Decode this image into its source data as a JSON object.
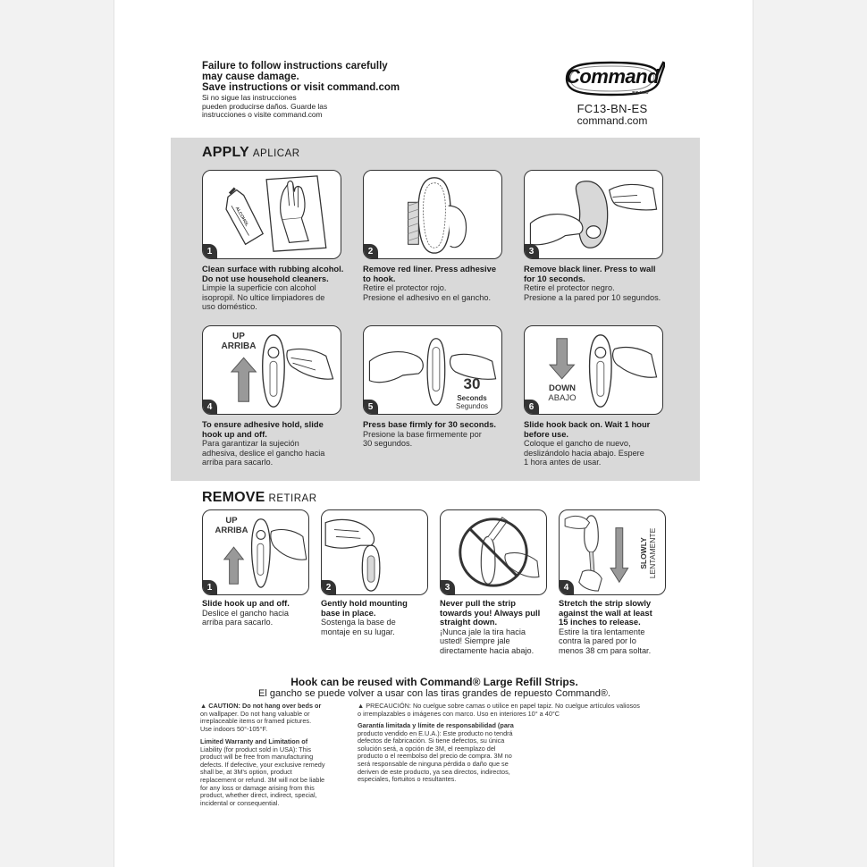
{
  "warning": {
    "en_lines": [
      "Failure to follow instructions carefully",
      "may cause damage.",
      "Save instructions or visit command.com"
    ],
    "es_lines": [
      "Si no sigue las instrucciones",
      "pueden producirse daños. Guarde las",
      "instrucciones o visite command.com"
    ]
  },
  "brand": {
    "logo": "Command",
    "logo_sub": "BRAND",
    "sku": "FC13-BN-ES",
    "site": "command.com"
  },
  "apply": {
    "title": "APPLY",
    "title_es": "APLICAR",
    "steps": [
      {
        "num": "1",
        "en": [
          "Clean surface with rubbing alcohol.",
          "Do not use household cleaners."
        ],
        "es": [
          "Limpie la superficie con alcohol",
          "isopropil. No ultice limpiadores de",
          "uso doméstico."
        ],
        "bottle_label": "ALCOHOL"
      },
      {
        "num": "2",
        "en": [
          "Remove red liner. Press adhesive",
          "to hook."
        ],
        "es": [
          "Retire el protector rojo.",
          "Presione el adhesivo en el gancho."
        ]
      },
      {
        "num": "3",
        "en": [
          "Remove black liner. Press to wall",
          "for 10 seconds."
        ],
        "es": [
          "Retire el protector negro.",
          "Presione a la pared por 10 segundos."
        ]
      },
      {
        "num": "4",
        "en": [
          "To ensure adhesive hold, slide",
          "hook up and off."
        ],
        "es": [
          "Para garantizar la sujeción",
          "adhesiva, deslice el gancho hacia",
          "arriba para sacarlo."
        ],
        "label": "UP",
        "label_es": "ARRIBA"
      },
      {
        "num": "5",
        "en": [
          "Press base firmly for 30 seconds."
        ],
        "es": [
          "Presione la base firmemente por",
          "30 segundos."
        ],
        "big": "30",
        "label": "Seconds",
        "label_es": "Segundos"
      },
      {
        "num": "6",
        "en": [
          "Slide hook back on. Wait 1 hour",
          "before use."
        ],
        "es": [
          "Coloque el gancho de nuevo,",
          "deslizándolo hacia abajo. Espere",
          "1 hora antes de usar."
        ],
        "label": "DOWN",
        "label_es": "ABAJO"
      }
    ]
  },
  "remove": {
    "title": "REMOVE",
    "title_es": "RETIRAR",
    "steps": [
      {
        "num": "1",
        "en": [
          "Slide hook up and off."
        ],
        "es": [
          "Deslice el gancho hacia",
          "arriba para sacarlo."
        ],
        "label": "UP",
        "label_es": "ARRIBA"
      },
      {
        "num": "2",
        "en": [
          "Gently hold mounting",
          "base in place."
        ],
        "es": [
          "Sostenga la base de",
          "montaje en su lugar."
        ]
      },
      {
        "num": "3",
        "en": [
          "Never pull the strip",
          "towards you! Always pull",
          "straight down."
        ],
        "es": [
          "¡Nunca jale la tira hacia",
          "usted! Siempre jale",
          "directamente hacia abajo."
        ]
      },
      {
        "num": "4",
        "en": [
          "Stretch the strip slowly",
          "against the wall at least",
          "15 inches to release."
        ],
        "es": [
          "Estire la tira lentamente",
          "contra la pared por lo",
          "menos 38 cm para soltar."
        ],
        "label": "SLOWLY",
        "label_es": "LENTAMENTE"
      }
    ]
  },
  "footer": {
    "reuse_en": "Hook can be reused with Command® Large Refill Strips.",
    "reuse_es": "El gancho se puede volver a usar con las tiras grandes de repuesto Command®.",
    "caution_en": [
      "▲ CAUTION: Do not hang over beds or",
      "on wallpaper. Do not hang valuable or",
      "irreplaceable items or framed pictures.",
      "Use indoors 50°-105°F."
    ],
    "caution_es": [
      "▲ PRECAUCIÓN: No cuelgue sobre camas o utilice en papel tapiz. No cuelgue artículos valiosos",
      "o irremplazables o imágenes con marco. Uso en interiores 10° a 40°C"
    ],
    "warranty_en": [
      "Limited Warranty and Limitation of",
      "Liability (for product sold in USA): This",
      "product will be free from manufacturing",
      "defects. If defective, your exclusive remedy",
      "shall be, at 3M's option, product",
      "replacement or refund. 3M will not be liable",
      "for any loss or damage arising from this",
      "product, whether direct, indirect, special,",
      "incidental or consequential."
    ],
    "warranty_es": [
      "Garantía limitada y límite de responsabilidad (para",
      "producto vendido en E.U.A.): Este producto no tendrá",
      "defectos de fabricación. Si tiene defectos, su única",
      "solución será, a opción de 3M, el reemplazo del",
      "producto o el reembolso del precio de compra. 3M no",
      "será responsable de ninguna pérdida o daño que se",
      "deriven de este producto, ya sea directos, indirectos,",
      "especiales, fortuitos o resultantes."
    ]
  }
}
